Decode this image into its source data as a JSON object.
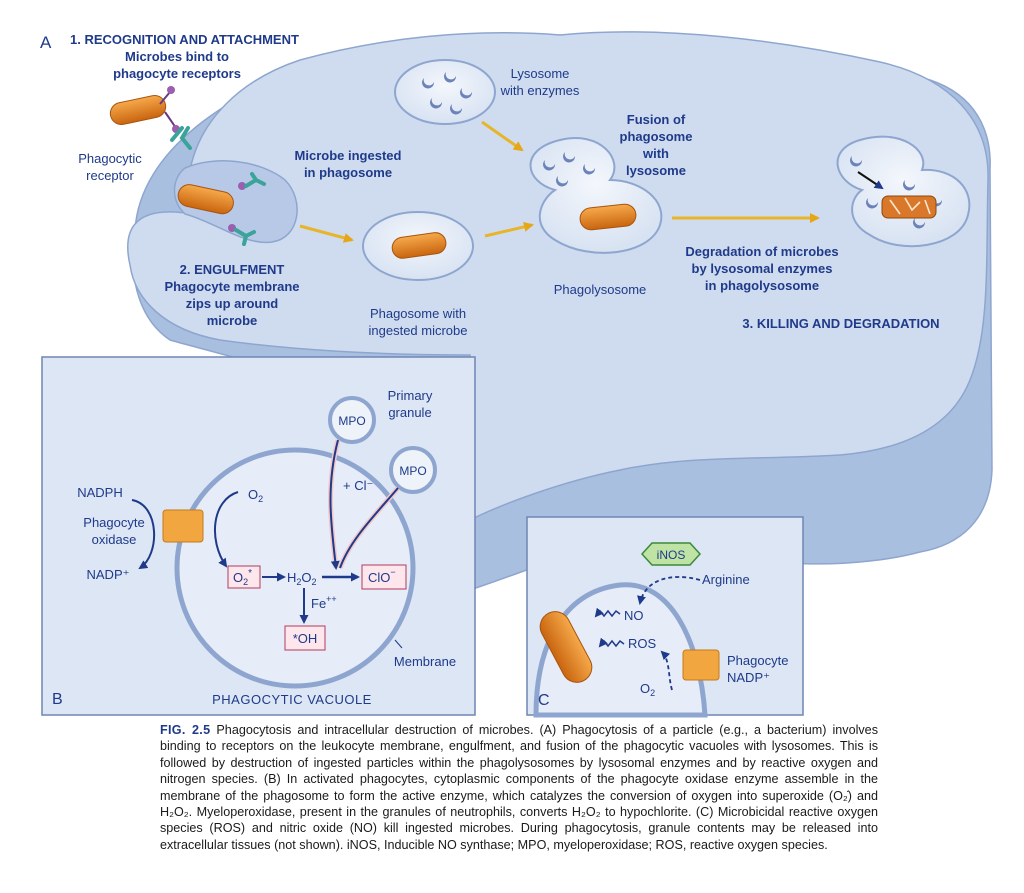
{
  "panel_a": {
    "letter": "A",
    "step1": {
      "title": "1. RECOGNITION AND ATTACHMENT",
      "line1": "Microbes bind to",
      "line2": "phagocyte receptors"
    },
    "receptor_label": {
      "line1": "Phagocytic",
      "line2": "receptor"
    },
    "ingested": {
      "line1": "Microbe ingested",
      "line2": "in phagosome"
    },
    "step2": {
      "title": "2. ENGULFMENT",
      "line1": "Phagocyte membrane",
      "line2": "zips up around",
      "line3": "microbe"
    },
    "phagosome": {
      "line1": "Phagosome with",
      "line2": "ingested microbe"
    },
    "lysosome": {
      "line1": "Lysosome",
      "line2": "with enzymes"
    },
    "fusion": {
      "line1": "Fusion of",
      "line2": "phagosome",
      "line3": "with",
      "line4": "lysosome"
    },
    "phagolysosome": "Phagolysosome",
    "degradation": {
      "line1": "Degradation of microbes",
      "line2": "by lysosomal enzymes",
      "line3": "in phagolysosome"
    },
    "step3": "3. KILLING AND DEGRADATION"
  },
  "panel_b": {
    "letter": "B",
    "vacuole_label": "PHAGOCYTIC VACUOLE",
    "primary_granule": {
      "line1": "Primary",
      "line2": "granule"
    },
    "mpo": "MPO",
    "nadph": "NADPH",
    "oxidase": {
      "line1": "Phagocyte",
      "line2": "oxidase"
    },
    "nadp": "NADP⁺",
    "o2": {
      "base": "O",
      "sub": "2"
    },
    "superoxide": {
      "base": "O",
      "sub": "2",
      "sup": "*"
    },
    "h2o2": {
      "h": "H",
      "s1": "2",
      "o": "O",
      "s2": "2"
    },
    "chloride": "+ Cl⁻",
    "hypochlorite": {
      "base": "ClO",
      "sup": "−"
    },
    "iron": {
      "base": "Fe",
      "sup": "++"
    },
    "hydroxyl": "*OH",
    "membrane": "Membrane"
  },
  "panel_c": {
    "letter": "C",
    "inos": "iNOS",
    "arginine": "Arginine",
    "no": "NO",
    "ros": "ROS",
    "o2": {
      "base": "O",
      "sub": "2"
    },
    "phagocyte_nadp": {
      "line1": "Phagocyte",
      "line2": "NADP⁺"
    }
  },
  "caption": {
    "label": "FIG. 2.5",
    "text": " Phagocytosis and intracellular destruction of microbes. (A) Phagocytosis of a particle (e.g., a bacterium) involves binding to receptors on the leukocyte membrane, engulfment, and fusion of the phagocytic vacuoles with lysosomes. This is followed by destruction of ingested particles within the phagolysosomes by lysosomal enzymes and by reactive oxygen and nitrogen species. (B) In activated phagocytes, cytoplasmic components of the phagocyte oxidase enzyme assemble in the membrane of the phagosome to form the active enzyme, which catalyzes the conversion of oxygen into superoxide (O₂̇) and H₂O₂. Myeloperoxidase, present in the granules of neutrophils, converts H₂O₂ to hypochlorite. (C) Microbicidal reactive oxygen species (ROS) and nitric oxide (NO) kill ingested microbes. During phagocytosis, granule contents may be released into extracellular tissues (not shown). iNOS, Inducible NO synthase; MPO, myeloperoxidase; ROS, reactive oxygen species."
  },
  "colors": {
    "cell_fill": "#cfdcef",
    "cell_edge": "#8ea6cf",
    "cell_side": "#a9bfe0",
    "navy_text": "#1f3a8a",
    "microbe": "#e8821e",
    "arrow": "#e6b52a",
    "box_fill": "#fde6ec",
    "box_edge": "#b23a5b",
    "inos_fill": "#bfe3a4",
    "inos_edge": "#3a8a3a"
  }
}
